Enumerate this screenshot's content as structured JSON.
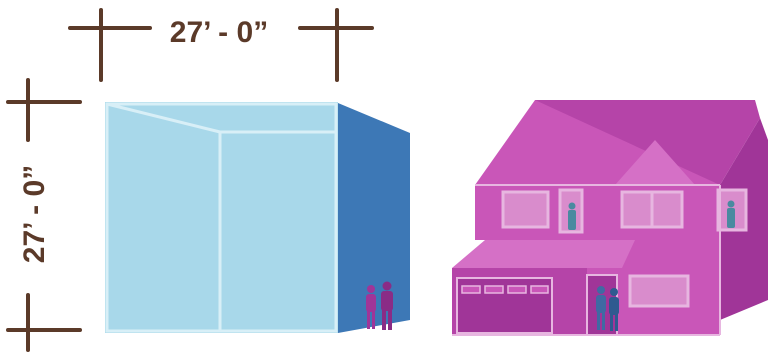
{
  "dimensions": {
    "width_label": "27’ - 0”",
    "height_label": "27’ - 0”"
  },
  "colors": {
    "dimension_line": "#5b3a29",
    "cube_front": "#a8d8ea",
    "cube_side": "#3d78b6",
    "house_main": "#c956b8",
    "house_dark": "#a03598",
    "people_blue": "#3f6aa3",
    "people_teal": "#4a8aa0"
  },
  "figures": [
    {
      "name": "volume-cube",
      "description_icon": "cube-icon"
    },
    {
      "name": "house-illustration",
      "description_icon": "house-icon"
    }
  ]
}
